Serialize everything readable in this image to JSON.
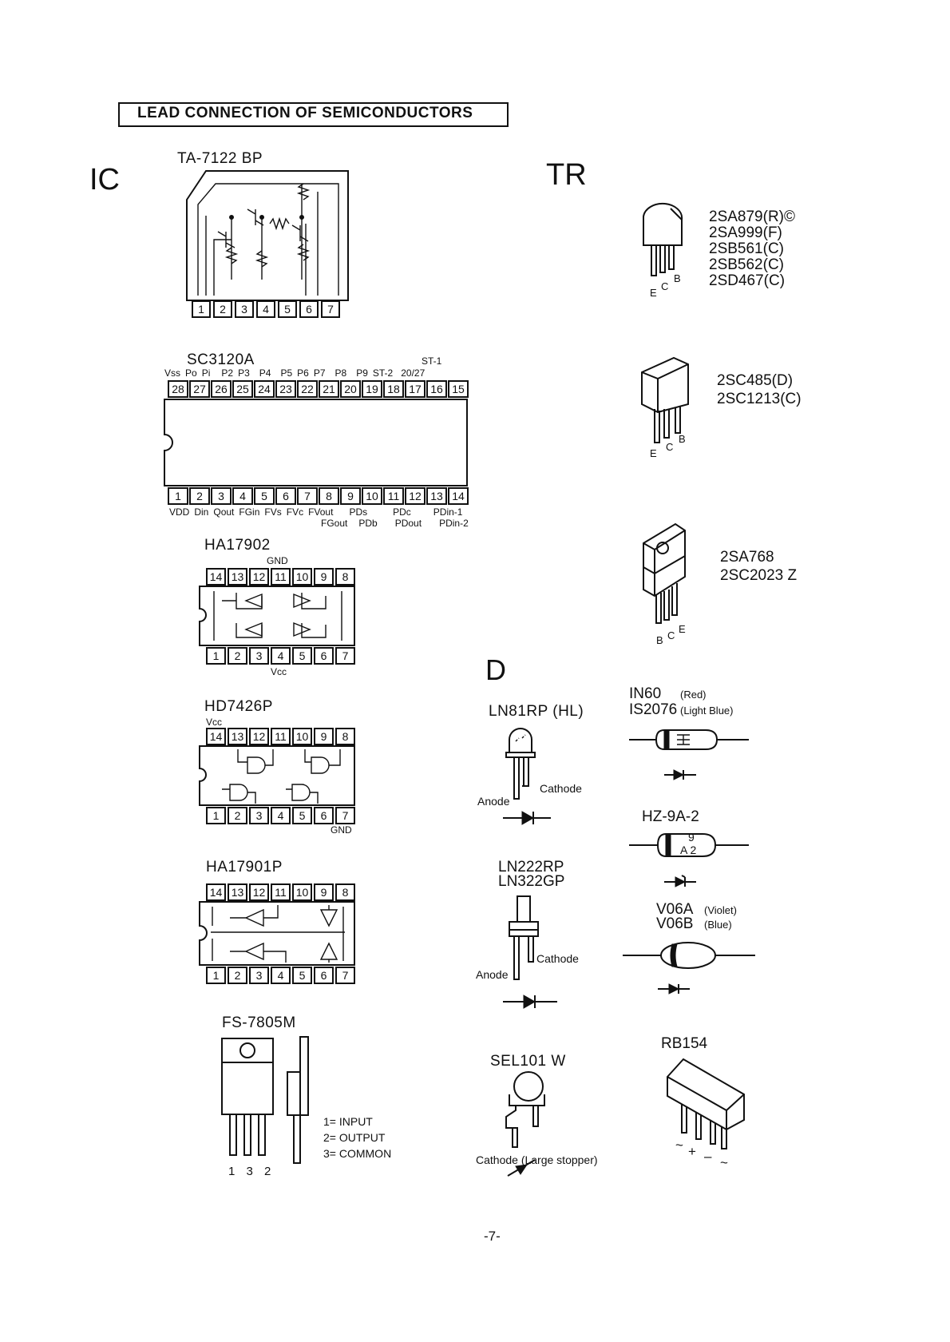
{
  "header": {
    "title": "LEAD CONNECTION OF SEMICONDUCTORS"
  },
  "sections": {
    "ic": "IC",
    "tr": "TR",
    "d": "D"
  },
  "ic": {
    "ta7122": {
      "name": "TA-7122 BP",
      "pins": [
        "1",
        "2",
        "3",
        "4",
        "5",
        "6",
        "7"
      ]
    },
    "sc3120": {
      "name": "SC3120A",
      "top_pins": [
        "28",
        "27",
        "26",
        "25",
        "24",
        "23",
        "22",
        "21",
        "20",
        "19",
        "18",
        "17",
        "16",
        "15"
      ],
      "bottom_pins": [
        "1",
        "2",
        "3",
        "4",
        "5",
        "6",
        "7",
        "8",
        "9",
        "10",
        "11",
        "12",
        "13",
        "14"
      ],
      "top_labels": [
        "Vss",
        "Po",
        "Pi",
        "P2",
        "P3",
        "P4",
        "P5",
        "P6",
        "P7",
        "P8",
        "P9",
        "ST-2",
        "20/27"
      ],
      "top_extra": "ST-1",
      "bottom_labels_1": [
        "VDD",
        "Din",
        "Qout",
        "FGin",
        "FVs",
        "FVc",
        "FVout",
        "PDs",
        "PDc",
        "PDin-1"
      ],
      "bottom_labels_2": [
        "FGout",
        "PDb",
        "PDout",
        "PDin-2"
      ]
    },
    "ha17902": {
      "name": "HA17902",
      "top_pins": [
        "14",
        "13",
        "12",
        "11",
        "10",
        "9",
        "8"
      ],
      "bottom_pins": [
        "1",
        "2",
        "3",
        "4",
        "5",
        "6",
        "7"
      ],
      "top_note": "GND",
      "bottom_note": "Vcc"
    },
    "hd7426": {
      "name": "HD7426P",
      "top_pins": [
        "14",
        "13",
        "12",
        "11",
        "10",
        "9",
        "8"
      ],
      "bottom_pins": [
        "1",
        "2",
        "3",
        "4",
        "5",
        "6",
        "7"
      ],
      "top_note": "Vcc",
      "bottom_note": "GND"
    },
    "ha17901": {
      "name": "HA17901P",
      "top_pins": [
        "14",
        "13",
        "12",
        "11",
        "10",
        "9",
        "8"
      ],
      "bottom_pins": [
        "1",
        "2",
        "3",
        "4",
        "5",
        "6",
        "7"
      ]
    },
    "fs7805": {
      "name": "FS-7805M",
      "pin_order": "1 3 2",
      "legend": [
        "1= INPUT",
        "2= OUTPUT",
        "3= COMMON"
      ]
    }
  },
  "tr": {
    "group1": {
      "parts": [
        "2SA879(R)©",
        "2SA999(F)",
        "2SB561(C)",
        "2SB562(C)",
        "2SD467(C)"
      ],
      "leads": [
        "E",
        "C",
        "B"
      ]
    },
    "group2": {
      "parts": [
        "2SC485(D)",
        "2SC1213(C)"
      ],
      "leads": [
        "E",
        "C",
        "B"
      ]
    },
    "group3": {
      "parts": [
        "2SA768",
        "2SC2023 Z"
      ],
      "leads": [
        "B",
        "C",
        "E"
      ]
    }
  },
  "d": {
    "ln81rp": {
      "name": "LN81RP (HL)",
      "cathode": "Cathode",
      "anode": "Anode"
    },
    "ln222": {
      "name1": "LN222RP",
      "name2": "LN322GP",
      "cathode": "Cathode",
      "anode": "Anode"
    },
    "sel101": {
      "name": "SEL101 W",
      "note": "Cathode (Large stopper)"
    },
    "in60": {
      "name1": "IN60",
      "color1": "(Red)",
      "name2": "IS2076",
      "color2": "(Light Blue)"
    },
    "hz9a2": {
      "name": "HZ-9A-2",
      "mark1": "9",
      "mark2": "A 2"
    },
    "v06": {
      "name1": "V06A",
      "color1": "(Violet)",
      "name2": "V06B",
      "color2": "(Blue)"
    },
    "rb154": {
      "name": "RB154",
      "marks": [
        "~",
        "+",
        "–",
        "~"
      ]
    }
  },
  "footer": {
    "page": "-7-"
  }
}
